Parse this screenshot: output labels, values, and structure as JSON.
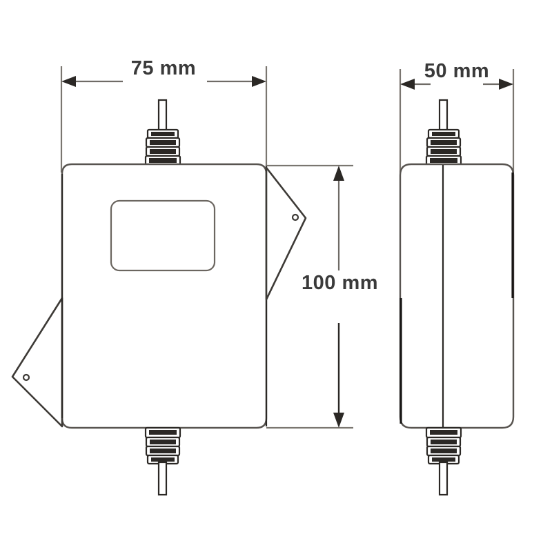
{
  "drawing": {
    "title": "Enclosure dimensional drawing",
    "units": "mm",
    "background_color": "#ffffff",
    "line_color": "#3d3a36",
    "text_color": "#3a3a3a"
  },
  "dimensions": {
    "width_label": "75 mm",
    "height_label": "100 mm",
    "depth_label": "50 mm"
  },
  "views": {
    "front": {
      "name": "front-view",
      "body_label": "",
      "display_panel_label": "",
      "bracket_top_right_label": "",
      "bracket_bottom_left_label": ""
    },
    "side": {
      "name": "side-view",
      "body_label": ""
    }
  },
  "components": {
    "cable_gland_top_front": "cable-gland",
    "cable_gland_bottom_front": "cable-gland",
    "cable_gland_top_side": "cable-gland",
    "cable_gland_bottom_side": "cable-gland",
    "mounting_bracket_right": "mounting-bracket",
    "mounting_bracket_left": "mounting-bracket",
    "mounting_hole_right": "mounting-hole",
    "mounting_hole_left": "mounting-hole",
    "display_window": "display-window"
  }
}
